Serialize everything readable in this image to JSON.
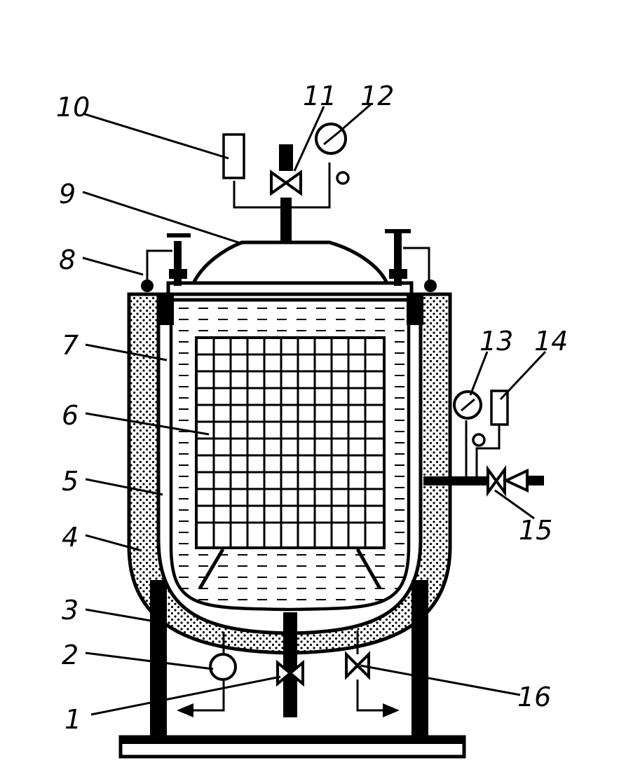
{
  "colors": {
    "ink": "#000000",
    "paper": "#ffffff"
  },
  "labels": {
    "l1": "1",
    "l2": "2",
    "l3": "3",
    "l4": "4",
    "l5": "5",
    "l6": "6",
    "l7": "7",
    "l8": "8",
    "l9": "9",
    "l10": "10",
    "l11": "11",
    "l12": "12",
    "l13": "13",
    "l14": "14",
    "l15": "15",
    "l16": "16"
  }
}
